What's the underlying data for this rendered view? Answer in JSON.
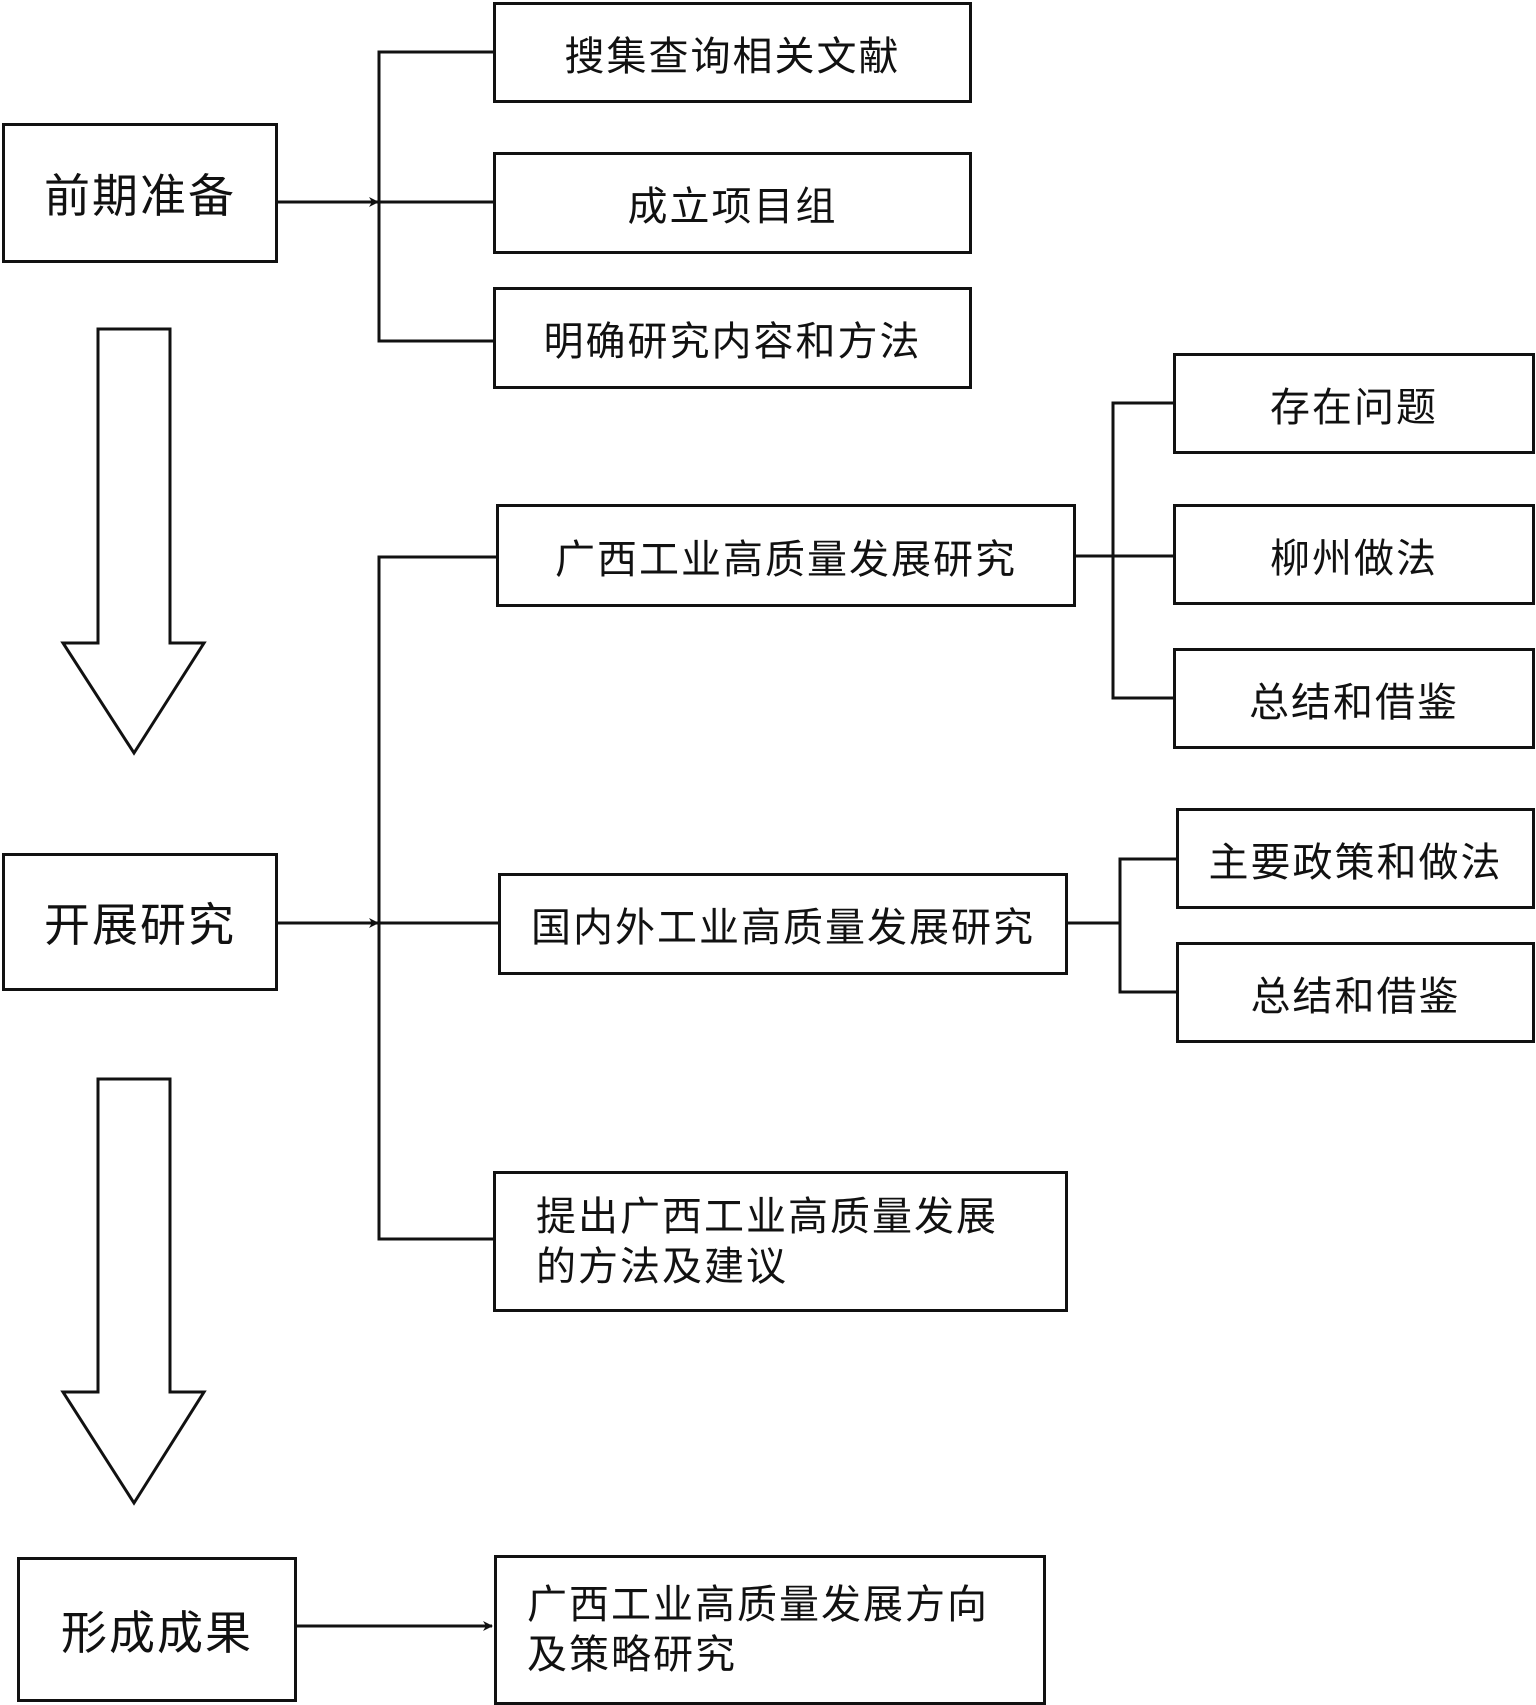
{
  "diagram": {
    "type": "flowchart",
    "stages": [
      {
        "id": "prep",
        "label": "前期准备",
        "children": [
          {
            "label": "搜集查询相关文献"
          },
          {
            "label": "成立项目组"
          },
          {
            "label": "明确研究内容和方法"
          }
        ]
      },
      {
        "id": "research",
        "label": "开展研究",
        "children": [
          {
            "label": "广西工业高质量发展研究",
            "children": [
              {
                "label": "存在问题"
              },
              {
                "label": "柳州做法"
              },
              {
                "label": "总结和借鉴"
              }
            ]
          },
          {
            "label": "国内外工业高质量发展研究",
            "children": [
              {
                "label": "主要政策和做法"
              },
              {
                "label": "总结和借鉴"
              }
            ]
          },
          {
            "label_lines": [
              "提出广西工业高质量发展",
              "的方法及建议"
            ]
          }
        ]
      },
      {
        "id": "result",
        "label": "形成成果",
        "children": [
          {
            "label_lines": [
              "广西工业高质量发展方向",
              "及策略研究"
            ]
          }
        ]
      }
    ]
  }
}
